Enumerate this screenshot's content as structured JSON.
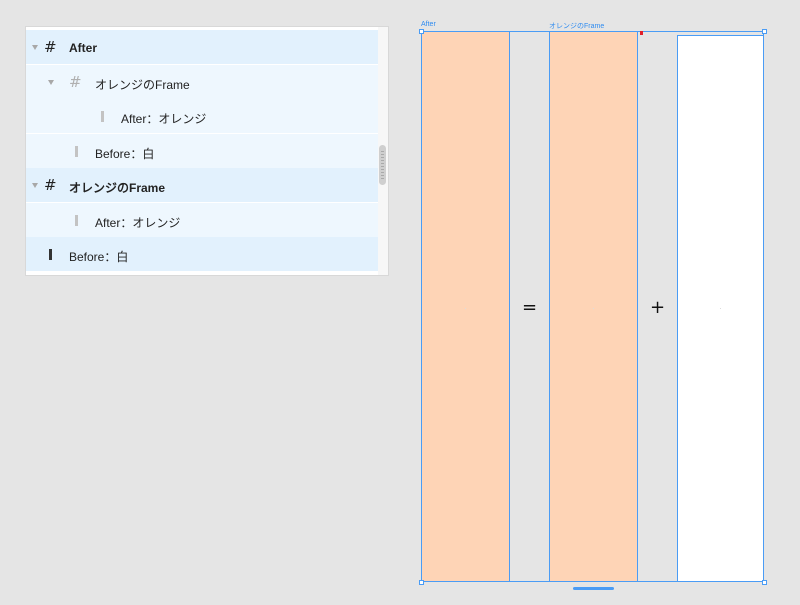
{
  "layers": {
    "rows": [
      {
        "label": "After",
        "bold": true,
        "icon": "frame-icon",
        "expanded": true
      },
      {
        "label": "オレンジのFrame",
        "bold": false,
        "icon": "frame-icon",
        "expanded": true
      },
      {
        "label": "After：オレンジ",
        "bold": false,
        "icon": "rectangle-icon"
      },
      {
        "label": "Before：白",
        "bold": false,
        "icon": "rectangle-icon"
      },
      {
        "label": "オレンジのFrame",
        "bold": true,
        "icon": "frame-icon",
        "expanded": true
      },
      {
        "label": "After：オレンジ",
        "bold": false,
        "icon": "rectangle-icon"
      },
      {
        "label": "Before：白",
        "bold": false,
        "icon": "rectangle-icon"
      }
    ]
  },
  "canvas": {
    "frame_labels": {
      "after": "After",
      "orange_frame": "オレンジのFrame"
    },
    "operators": {
      "equals": "=",
      "plus": "+"
    }
  },
  "colors": {
    "orange_fill": "#fed4b6",
    "selection_blue": "#4a9cf5",
    "row_selected": "#e2f1fd",
    "row_child": "#eef7fe",
    "canvas_bg": "#e5e5e5"
  }
}
